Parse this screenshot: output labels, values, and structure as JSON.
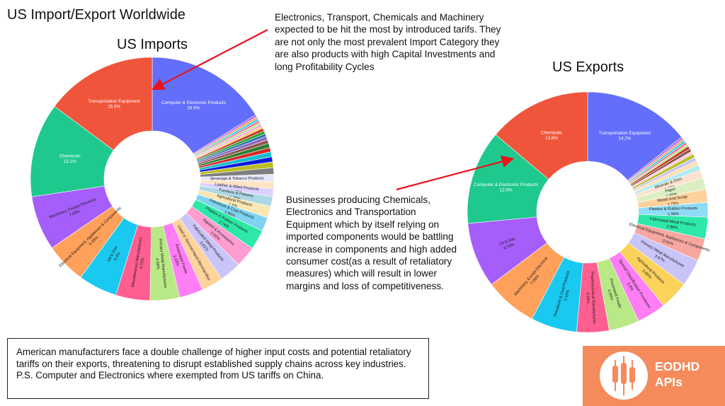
{
  "page": {
    "title": "US Import/Export Worldwide",
    "note_tariffs": "Electronics, Transport, Chemicals and Machinery expected to be hit the most by introduced tarifs. They are not only the most prevalent Import Category they are also products with high Capital Investments and long Profitability Cycles",
    "note_businesses": "Businesses producing Chemicals, Electronics and Transportation Equipment which by itself relying on imported components would be battling increase in components and high added consumer cost(as a result of retaliatory measures) which will result in lower margins and loss of competitiveness.",
    "summary_line1": "American manufacturers face a double challenge of higher input costs and potential retaliatory tariffs on their exports, threatening to disrupt established supply chains across key industries.",
    "summary_line2": "P.S. Computer and Electronics where exempted from US tariffs on China.",
    "logo_text_line1": "EODHD",
    "logo_text_line2": "APIs",
    "logo_color": "#f58a5b",
    "arrow_color": "#e8141c"
  },
  "chart_data": [
    {
      "type": "pie",
      "title": "US Imports",
      "donut": true,
      "start": "12 o'clock, clockwise",
      "slices": [
        {
          "label": "Computer & Electronic Products",
          "pct_text": "16.9%",
          "value": 16.9,
          "color": "#636efa"
        },
        {
          "label": "",
          "pct_text": "",
          "value": 0.3,
          "color": "#ab63fa"
        },
        {
          "label": "",
          "pct_text": "",
          "value": 0.3,
          "color": "#ffa15a"
        },
        {
          "label": "",
          "pct_text": "",
          "value": 0.3,
          "color": "#19d3f3"
        },
        {
          "label": "",
          "pct_text": "",
          "value": 0.3,
          "color": "#ff6692"
        },
        {
          "label": "",
          "pct_text": "",
          "value": 0.3,
          "color": "#b6e880"
        },
        {
          "label": "",
          "pct_text": "",
          "value": 0.3,
          "color": "#ff97ff"
        },
        {
          "label": "",
          "pct_text": "",
          "value": 0.3,
          "color": "#fecb52"
        },
        {
          "label": "",
          "pct_text": "",
          "value": 0.4,
          "color": "#c0392b"
        },
        {
          "label": "",
          "pct_text": "",
          "value": 0.4,
          "color": "#2ca02c"
        },
        {
          "label": "",
          "pct_text": "",
          "value": 0.4,
          "color": "#1f77b4"
        },
        {
          "label": "",
          "pct_text": "",
          "value": 0.5,
          "color": "#9467bd"
        },
        {
          "label": "",
          "pct_text": "",
          "value": 0.5,
          "color": "#8c564b"
        },
        {
          "label": "",
          "pct_text": "",
          "value": 0.6,
          "color": "#2e7d32"
        },
        {
          "label": "",
          "pct_text": "",
          "value": 0.6,
          "color": "#d62728"
        },
        {
          "label": "",
          "pct_text": "",
          "value": 0.7,
          "color": "#17becf"
        },
        {
          "label": "",
          "pct_text": "",
          "value": 0.7,
          "color": "#0d1bd9"
        },
        {
          "label": "",
          "pct_text": "",
          "value": 0.8,
          "color": "#bcbd22"
        },
        {
          "label": "",
          "pct_text": "",
          "value": 0.9,
          "color": "#7f7f7f"
        },
        {
          "label": "Beverage & Tobacco Products",
          "pct_text": "",
          "value": 1.0,
          "color": "#e6e6fa"
        },
        {
          "label": "",
          "pct_text": "",
          "value": 1.0,
          "color": "#ffe4c4"
        },
        {
          "label": "Leather & Allied Products",
          "pct_text": "1.07%",
          "value": 1.07,
          "color": "#dcd0ff"
        },
        {
          "label": "Furniture & Fixtures",
          "pct_text": "1.38%",
          "value": 1.38,
          "color": "#add8e6"
        },
        {
          "label": "Agricultural Products",
          "pct_text": "1.6%",
          "value": 1.6,
          "color": "#fbe7b2"
        },
        {
          "label": "Petroleum & Coal Products",
          "pct_text": "1.95%",
          "value": 1.95,
          "color": "#7fd3f0"
        },
        {
          "label": "Plastics & Rubber Products",
          "pct_text": "2.76%",
          "value": 2.76,
          "color": "#2de8a8"
        },
        {
          "label": "Apparel & Accessories",
          "pct_text": "2.92%",
          "value": 2.92,
          "color": "#ff9dd0"
        },
        {
          "label": "Fabricated Metal Products",
          "pct_text": "3.01%",
          "value": 3.01,
          "color": "#c9c5f8"
        },
        {
          "label": "Used or Second-Hand Merchandise",
          "pct_text": "",
          "value": 3.0,
          "color": "#ffd39b"
        },
        {
          "label": "Processed Foods",
          "pct_text": "3.33%",
          "value": 3.33,
          "color": "#ff7df5"
        },
        {
          "label": "Primary Metal Manufactures",
          "pct_text": "4.09%",
          "value": 4.09,
          "color": "#b8e986"
        },
        {
          "label": "Miscellaneous Manufactures",
          "pct_text": "4.75%",
          "value": 4.75,
          "color": "#ff5e91"
        },
        {
          "label": "Oil & Gas",
          "pct_text": "5.4%",
          "value": 5.4,
          "color": "#19c9f0"
        },
        {
          "label": "Electrical Equipment, Appliances & Components",
          "pct_text": "5.65%",
          "value": 5.65,
          "color": "#ffa15a"
        },
        {
          "label": "Machinery, Except Electrical",
          "pct_text": "7.59%",
          "value": 7.59,
          "color": "#a65efa"
        },
        {
          "label": "Chemicals",
          "pct_text": "13.1%",
          "value": 13.1,
          "color": "#1fc98d"
        },
        {
          "label": "Transportation Equipment",
          "pct_text": "15.5%",
          "value": 15.5,
          "color": "#ef553b"
        }
      ]
    },
    {
      "type": "pie",
      "title": "US Exports",
      "donut": true,
      "start": "12 o'clock, clockwise",
      "slices": [
        {
          "label": "Transportation Equipment",
          "pct_text": "14.2%",
          "value": 14.2,
          "color": "#636efa"
        },
        {
          "label": "",
          "pct_text": "",
          "value": 0.3,
          "color": "#ab63fa"
        },
        {
          "label": "",
          "pct_text": "",
          "value": 0.3,
          "color": "#ffa15a"
        },
        {
          "label": "",
          "pct_text": "",
          "value": 0.3,
          "color": "#19d3f3"
        },
        {
          "label": "",
          "pct_text": "",
          "value": 0.3,
          "color": "#ff6692"
        },
        {
          "label": "",
          "pct_text": "",
          "value": 0.3,
          "color": "#b6e880"
        },
        {
          "label": "",
          "pct_text": "",
          "value": 0.4,
          "color": "#c0392b"
        },
        {
          "label": "",
          "pct_text": "",
          "value": 0.4,
          "color": "#8c564b"
        },
        {
          "label": "",
          "pct_text": "",
          "value": 0.4,
          "color": "#ffd0e0"
        },
        {
          "label": "",
          "pct_text": "",
          "value": 0.5,
          "color": "#bcbd22"
        },
        {
          "label": "",
          "pct_text": "",
          "value": 0.5,
          "color": "#c9c5f8"
        },
        {
          "label": "",
          "pct_text": "",
          "value": 0.6,
          "color": "#ffe0b2"
        },
        {
          "label": "",
          "pct_text": "",
          "value": 0.7,
          "color": "#b2ebf2"
        },
        {
          "label": "Minerals & Ores",
          "pct_text": "1.12%",
          "value": 1.12,
          "color": "#fde2cf"
        },
        {
          "label": "Paper",
          "pct_text": "1.55%",
          "value": 1.55,
          "color": "#dcefc2"
        },
        {
          "label": "Waste And Scrap",
          "pct_text": "1.73%",
          "value": 1.73,
          "color": "#ffd29b"
        },
        {
          "label": "Plastics & Rubber Products",
          "pct_text": "1.99%",
          "value": 1.99,
          "color": "#8fdcf7"
        },
        {
          "label": "Fabricated Metal Products",
          "pct_text": "2.88%",
          "value": 2.88,
          "color": "#2de8a8"
        },
        {
          "label": "Electrical Equipment, Appliances & Components",
          "pct_text": "3.01%",
          "value": 3.01,
          "color": "#f7a7a0"
        },
        {
          "label": "Primary Metal Manufactures",
          "pct_text": "3.67%",
          "value": 3.67,
          "color": "#c9c5f8"
        },
        {
          "label": "Agricultural Products",
          "pct_text": "3.85%",
          "value": 3.85,
          "color": "#fbd25a"
        },
        {
          "label": "Special Classification Provisions",
          "pct_text": "3.9%",
          "value": 3.9,
          "color": "#ff7df5"
        },
        {
          "label": "Processed Foods",
          "pct_text": "4.05%",
          "value": 4.05,
          "color": "#b8e986"
        },
        {
          "label": "Pharmaceutical Manufactures",
          "pct_text": "4.34%",
          "value": 4.34,
          "color": "#ff5e91"
        },
        {
          "label": "Petroleum & Coal Products",
          "pct_text": "6.15%",
          "value": 6.15,
          "color": "#19c9f0"
        },
        {
          "label": "Machinery, Except Electrical",
          "pct_text": "7.06%",
          "value": 7.06,
          "color": "#ffa15a"
        },
        {
          "label": "Oil & Gas",
          "pct_text": "8.75%",
          "value": 8.75,
          "color": "#a65efa"
        },
        {
          "label": "Computer & Electronic Products",
          "pct_text": "12.6%",
          "value": 12.6,
          "color": "#1fc98d"
        },
        {
          "label": "Chemicals",
          "pct_text": "13.8%",
          "value": 13.8,
          "color": "#ef553b"
        }
      ]
    }
  ]
}
